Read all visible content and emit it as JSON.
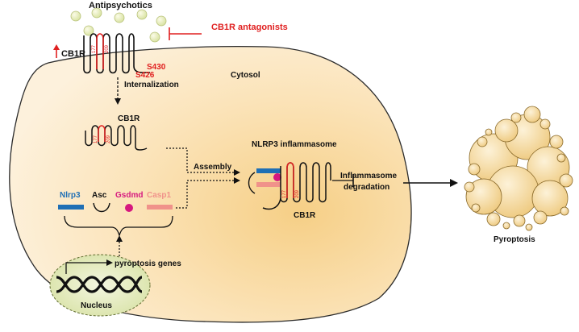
{
  "labels": {
    "antipsychotics": "Antipsychotics",
    "antagonists": "CB1R antagonists",
    "cb1r_membrane": "CB1R",
    "s430": "S430",
    "s426": "S426",
    "internalization": "Internalization",
    "cytosol": "Cytosol",
    "cb1r_internal": "CB1R",
    "assembly": "Assembly",
    "nlrp3_inflammasome": "NLRP3 inflammasome",
    "inflammasome_degradation_1": "Inflammasome",
    "inflammasome_degradation_2": "degradation",
    "cb1r_complex": "CB1R",
    "nlrp3": "Nlrp3",
    "asc": "Asc",
    "gsdmd": "Gsdmd",
    "casp1": "Casp1",
    "pyroptosis_genes": "pyroptosis genes",
    "nucleus": "Nucleus",
    "pyroptosis": "Pyroptosis",
    "res177": "177",
    "res209": "209"
  },
  "colors": {
    "cell_fill": "#fbe3b8",
    "cell_stroke": "#2b2b2b",
    "red": "#e02020",
    "blue": "#1f6fb5",
    "magenta": "#d6187f",
    "salmon": "#f0928a",
    "nucleus_fill": "#e6ecc4",
    "bubble_fill": "#f7dfa5"
  }
}
